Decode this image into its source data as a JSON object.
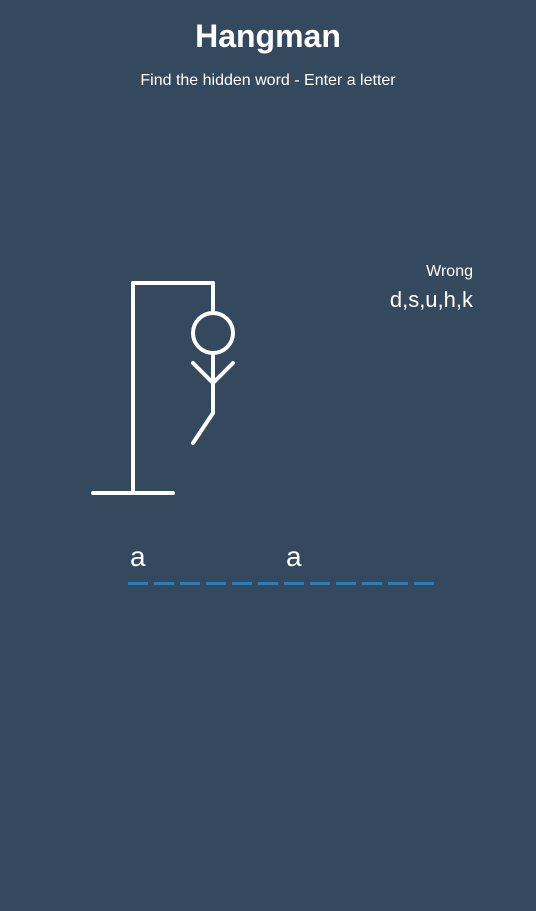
{
  "header": {
    "title": "Hangman",
    "subtitle": "Find the hidden word - Enter a letter"
  },
  "wrong": {
    "label": "Wrong",
    "letters": "d,s,u,h,k"
  },
  "word": {
    "slots": [
      "a",
      "",
      "",
      "",
      "",
      "",
      "a",
      "",
      "",
      "",
      "",
      ""
    ]
  },
  "colors": {
    "background": "#34495e",
    "figure": "#ffffff",
    "slot_underline": "#2980b9"
  },
  "figure_parts_shown": [
    "gallows",
    "head",
    "body",
    "left-arm",
    "right-arm",
    "left-leg"
  ]
}
